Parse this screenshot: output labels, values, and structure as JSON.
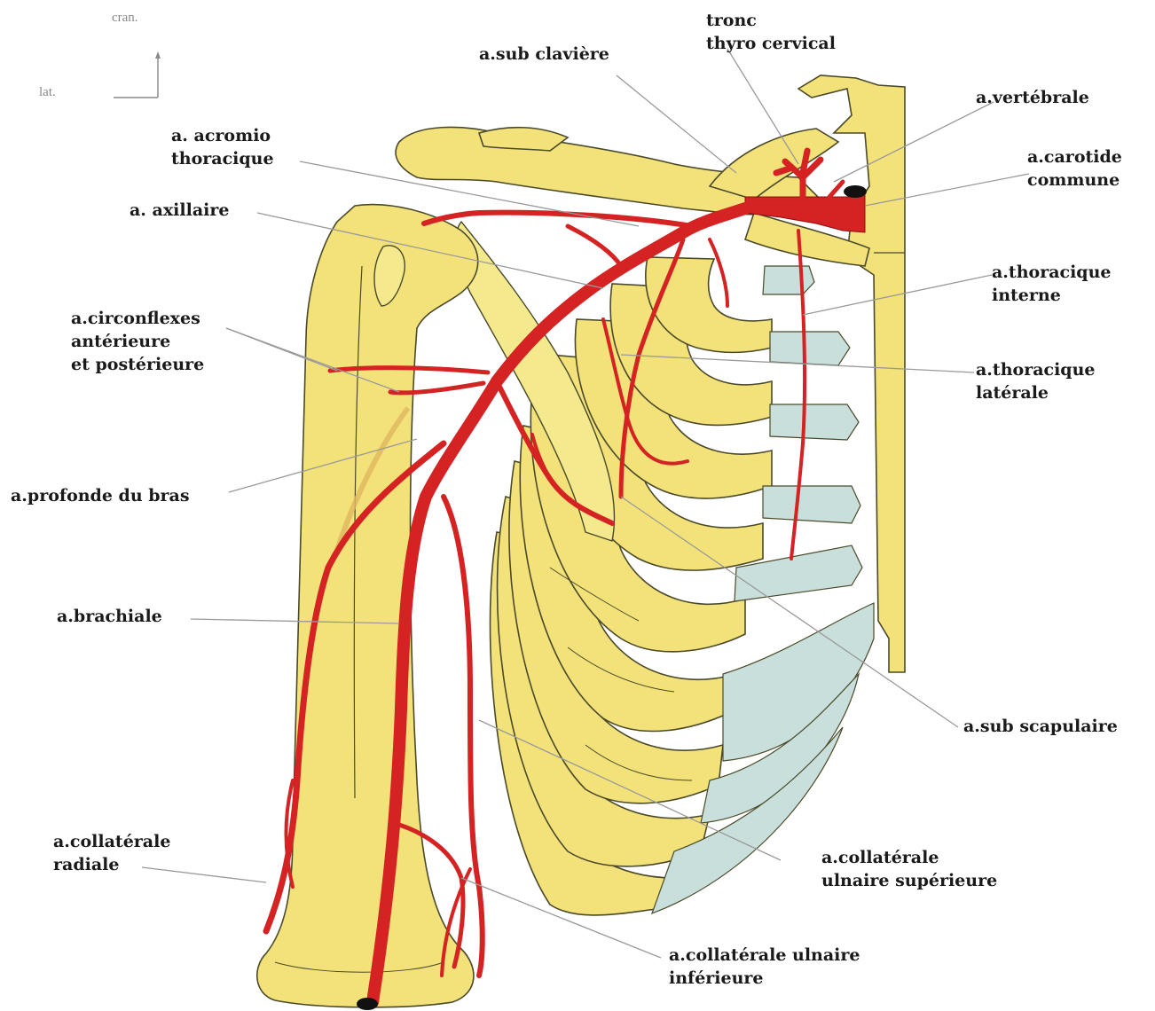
{
  "orientation": {
    "cranial": "cran.",
    "lateral": "lat."
  },
  "labels": {
    "tronc_1": "tronc",
    "tronc_2": "thyro cervical",
    "subclaviere": "a.sub clavière",
    "vertebrale": "a.vertébrale",
    "carotide_1": "a.carotide",
    "carotide_2": "commune",
    "acromio_1": "a. acromio",
    "acromio_2": "thoracique",
    "axillaire": "a. axillaire",
    "thor_int_1": "a.thoracique",
    "thor_int_2": "interne",
    "circ_1": "a.circonflexes",
    "circ_2": "antérieure",
    "circ_3": "et postérieure",
    "thor_lat_1": "a.thoracique",
    "thor_lat_2": "latérale",
    "profonde": "a.profonde du bras",
    "brachiale": "a.brachiale",
    "subscap": "a.sub scapulaire",
    "coll_rad_1": "a.collatérale",
    "coll_rad_2": "radiale",
    "coll_ulsup_1": "a.collatérale",
    "coll_ulsup_2": "ulnaire supérieure",
    "coll_ulinf_1": "a.collatérale ulnaire",
    "coll_ulinf_2": "inférieure"
  },
  "colors": {
    "bone": "#f3e27a",
    "cartilage": "#c8dfdc",
    "artery": "#d52222",
    "leader": "#9a9a9a"
  }
}
